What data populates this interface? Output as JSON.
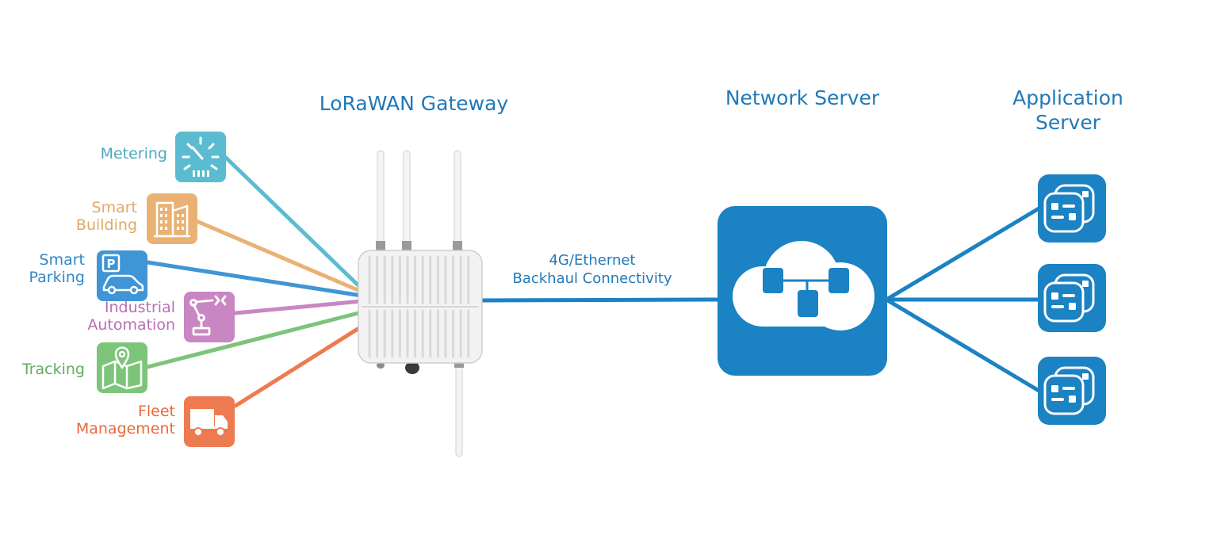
{
  "headings": {
    "gateway": "LoRaWAN Gateway",
    "network_server": "Network Server",
    "app_server_line1": "Application",
    "app_server_line2": "Server"
  },
  "backhaul": {
    "line1": "4G/Ethernet",
    "line2": "Backhaul Connectivity"
  },
  "devices": [
    {
      "line1": "Metering",
      "line2": "",
      "color": "#5bbcd1",
      "icon": "meter-dial-icon"
    },
    {
      "line1": "Smart",
      "line2": "Building",
      "color": "#e9b274",
      "icon": "building-icon"
    },
    {
      "line1": "Smart",
      "line2": "Parking",
      "color": "#3f95d6",
      "icon": "parking-car-icon"
    },
    {
      "line1": "Industrial",
      "line2": "Automation",
      "color": "#c887c2",
      "icon": "robot-arm-icon"
    },
    {
      "line1": "Tracking",
      "line2": "",
      "color": "#7cc47a",
      "icon": "map-pin-icon"
    },
    {
      "line1": "Fleet",
      "line2": "Management",
      "color": "#ee7a4f",
      "icon": "truck-icon"
    }
  ],
  "colors": {
    "server_blue": "#1b82c3",
    "heading_blue": "#2179b8",
    "gateway_body": "#f2f2f2"
  },
  "icons": {
    "network_server": "cloud-network-icon",
    "application_server": "application-window-icon"
  }
}
